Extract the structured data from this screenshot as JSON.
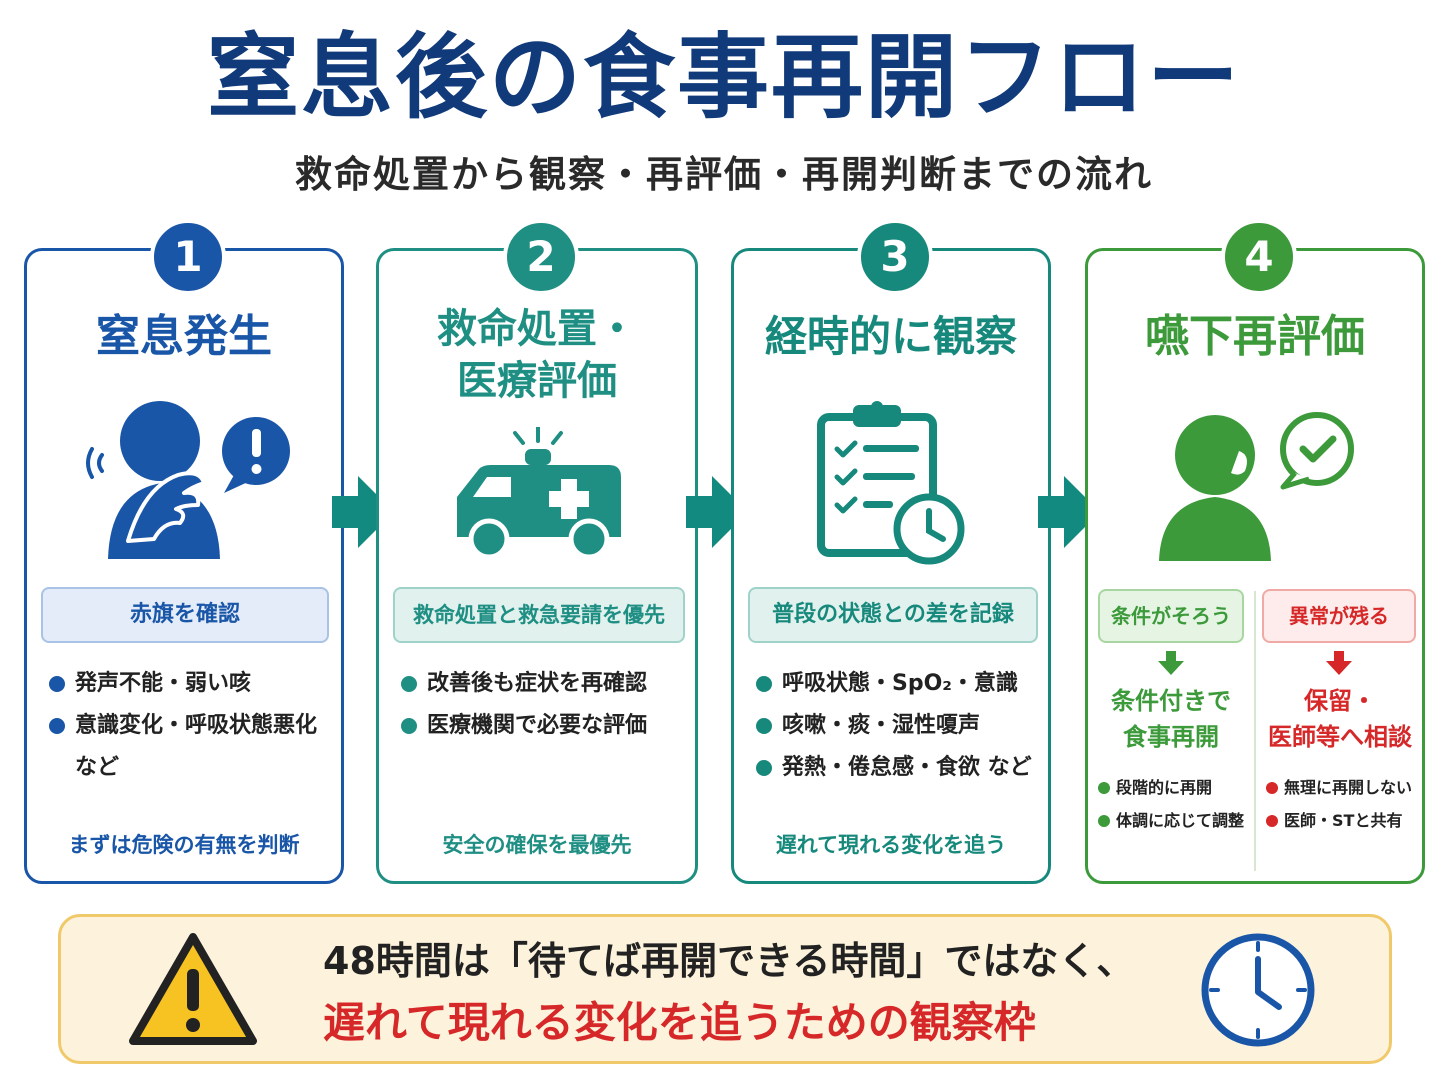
{
  "header": {
    "title": "窒息後の食事再開フロー",
    "subtitle": "救命処置から観察・再評価・再開判断までの流れ"
  },
  "colors": {
    "step1": "#1a56a8",
    "step2": "#1f8f84",
    "step3": "#17897c",
    "step4": "#3c9a3a",
    "warning": "#d62828",
    "navy": "#103a7a"
  },
  "steps": [
    {
      "number": "1",
      "title_lines": [
        "窒息発生"
      ],
      "icon": "choking-person-icon",
      "pill": "赤旗を確認",
      "bullets": [
        "発声不能・弱い咳",
        "意識変化・呼吸状態悪化",
        "など"
      ],
      "footer": "まずは危険の有無を判断"
    },
    {
      "number": "2",
      "title_lines": [
        "救命処置・",
        "医療評価"
      ],
      "icon": "ambulance-icon",
      "pill": "救命処置と救急要請を優先",
      "bullets": [
        "改善後も症状を再確認",
        "医療機関で必要な評価"
      ],
      "footer": "安全の確保を最優先"
    },
    {
      "number": "3",
      "title_lines": [
        "経時的に観察"
      ],
      "icon": "clipboard-clock-icon",
      "pill": "普段の状態との差を記録",
      "bullets": [
        "呼吸状態・SpO₂・意識",
        "咳嗽・痰・湿性嗄声",
        "発熱・倦怠感・食欲 など"
      ],
      "footer": "遅れて現れる変化を追う"
    },
    {
      "number": "4",
      "title_lines": [
        "嚥下再評価"
      ],
      "icon": "person-check-icon",
      "left": {
        "label": "条件がそろう",
        "outcome_lines": [
          "条件付きで",
          "食事再開"
        ],
        "items": [
          "段階的に再開",
          "体調に応じて調整"
        ]
      },
      "right": {
        "label": "異常が残る",
        "outcome_lines": [
          "保留・",
          "医師等へ相談"
        ],
        "items": [
          "無理に再開しない",
          "医師・STと共有"
        ]
      }
    }
  ],
  "banner": {
    "line1": "48時間は「待てば再開できる時間」ではなく、",
    "line2": "遅れて現れる変化を追うための観察枠",
    "warning_icon": "warning-icon",
    "clock_icon": "clock-icon"
  }
}
